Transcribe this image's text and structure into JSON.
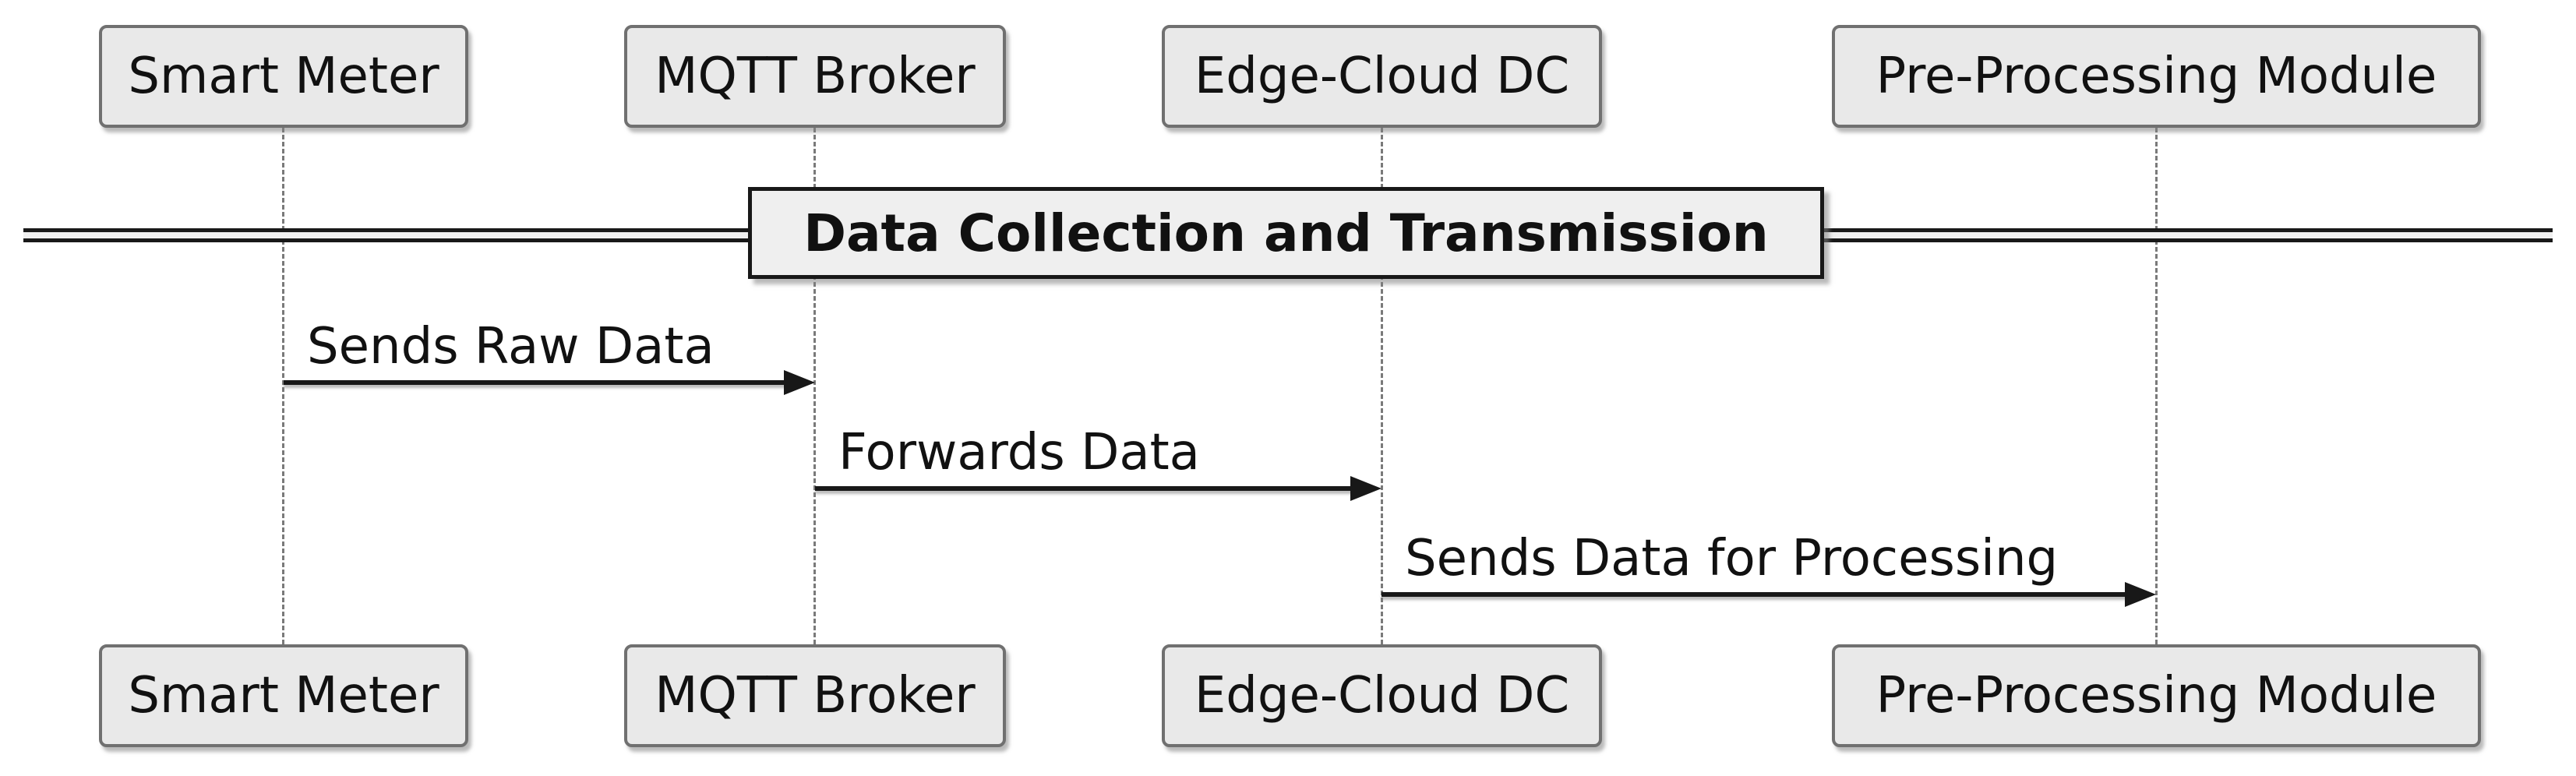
{
  "diagram_type": "sequence-diagram",
  "participants": [
    {
      "label": "Smart Meter"
    },
    {
      "label": "MQTT Broker"
    },
    {
      "label": "Edge-Cloud DC"
    },
    {
      "label": "Pre-Processing Module"
    }
  ],
  "divider": {
    "label": "Data Collection and Transmission"
  },
  "messages": [
    {
      "label": "Sends Raw Data",
      "from": "Smart Meter",
      "to": "MQTT Broker"
    },
    {
      "label": "Forwards Data",
      "from": "MQTT Broker",
      "to": "Edge-Cloud DC"
    },
    {
      "label": "Sends Data for Processing",
      "from": "Edge-Cloud DC",
      "to": "Pre-Processing Module"
    }
  ],
  "colors": {
    "participant-fill": "#e9e9e9",
    "participant-border": "#707070",
    "divider-fill": "#efefef",
    "ink": "#181818",
    "text": "#111111",
    "lifeline": "#7a7a7a"
  }
}
